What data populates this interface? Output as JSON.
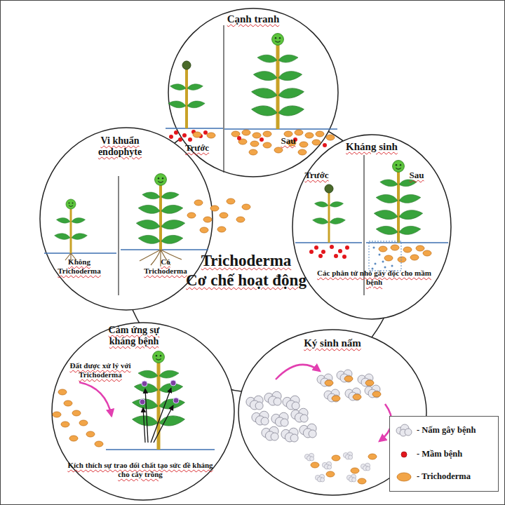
{
  "diagram": {
    "nodes": [
      {
        "text": [
          "Cạnh tranh",
          "Trước",
          "Sau"
        ]
      },
      {
        "text": [
          "Vi khuẩn endophyte",
          "Không Trichoderma",
          "Có Trichoderma"
        ]
      },
      {
        "text": [
          "Kháng sinh",
          "Trước",
          "Sau",
          "Các phân tử nhỏ gây độc cho mầm bệnh"
        ]
      },
      {
        "text": [
          "Trichoderma",
          "Cơ chế hoạt động"
        ]
      },
      {
        "text": [
          "Cảm ứng sự kháng bệnh",
          "Đất được xử lý với Trichoderma",
          "Kích thích sự trao đổi chất tạo sức đề kháng cho cây trồng"
        ]
      },
      {
        "text": [
          "Ký sinh nấm"
        ]
      }
    ],
    "legend": [
      {
        "text": "- Nấm gây bệnh",
        "color": "#e8e8ee"
      },
      {
        "text": "- Mầm bệnh",
        "color": "#e3161c"
      },
      {
        "text": "- Trichoderma",
        "color": "#f2a548"
      }
    ]
  }
}
